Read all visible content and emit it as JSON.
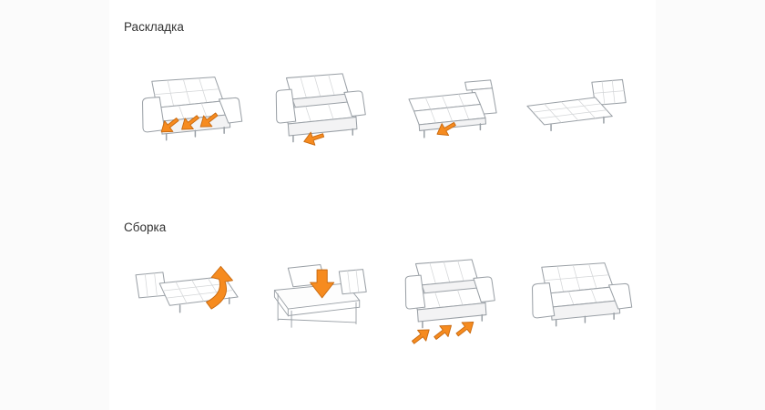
{
  "colors": {
    "accent": "#F68B1F",
    "accent_dark": "#C96A10",
    "line": "#9aa0a6"
  },
  "sections": [
    {
      "id": "unfold",
      "label": "Раскладка",
      "steps": [
        {
          "name": "sofa-closed-pull-arrows"
        },
        {
          "name": "sofa-seat-pulled-out"
        },
        {
          "name": "sofa-backrest-folded-flat"
        },
        {
          "name": "bed-fully-unfolded"
        }
      ]
    },
    {
      "id": "fold",
      "label": "Сборка",
      "steps": [
        {
          "name": "bed-fold-up-arrow"
        },
        {
          "name": "frame-mattress-fold-down"
        },
        {
          "name": "sofa-push-seat-in-arrows"
        },
        {
          "name": "sofa-assembled"
        }
      ]
    }
  ]
}
